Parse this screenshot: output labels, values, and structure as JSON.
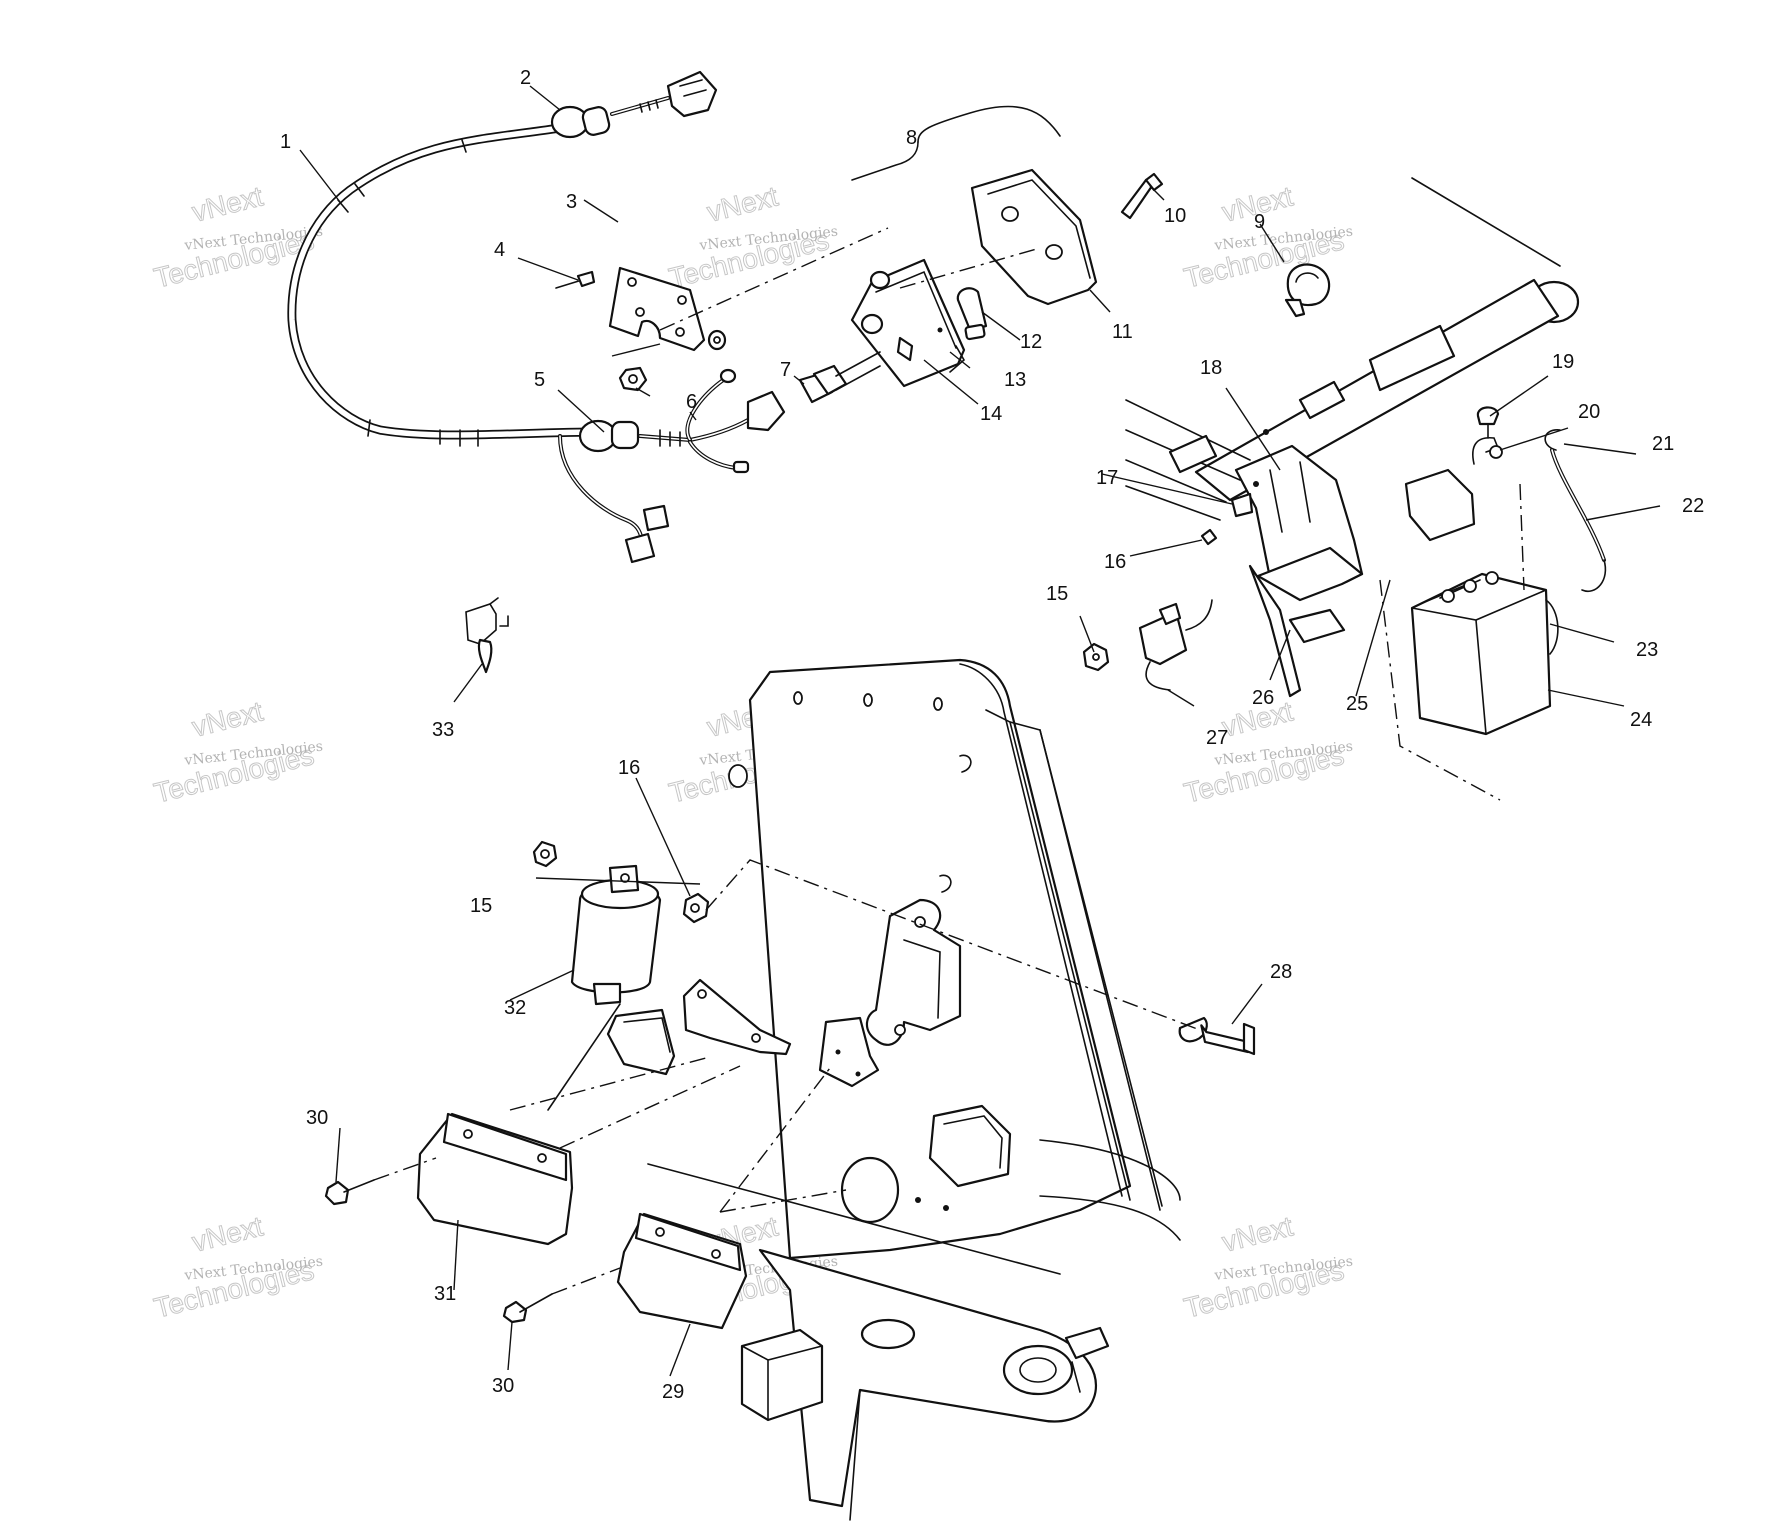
{
  "callouts": [
    {
      "label": "1"
    },
    {
      "label": "2"
    },
    {
      "label": "3"
    },
    {
      "label": "4"
    },
    {
      "label": "5"
    },
    {
      "label": "6"
    },
    {
      "label": "7"
    },
    {
      "label": "8"
    },
    {
      "label": "9"
    },
    {
      "label": "10"
    },
    {
      "label": "11"
    },
    {
      "label": "12"
    },
    {
      "label": "13"
    },
    {
      "label": "14"
    },
    {
      "label": "15"
    },
    {
      "label": "16"
    },
    {
      "label": "17"
    },
    {
      "label": "18"
    },
    {
      "label": "19"
    },
    {
      "label": "20"
    },
    {
      "label": "21"
    },
    {
      "label": "22"
    },
    {
      "label": "23"
    },
    {
      "label": "24"
    },
    {
      "label": "25"
    },
    {
      "label": "26"
    },
    {
      "label": "27"
    },
    {
      "label": "16"
    },
    {
      "label": "15"
    },
    {
      "label": "32"
    },
    {
      "label": "33"
    },
    {
      "label": "28"
    },
    {
      "label": "30"
    },
    {
      "label": "31"
    },
    {
      "label": "30"
    },
    {
      "label": "29"
    }
  ],
  "watermark": {
    "line1": "vNext Technologies",
    "line2": "vNext",
    "line3": "Technologies"
  }
}
